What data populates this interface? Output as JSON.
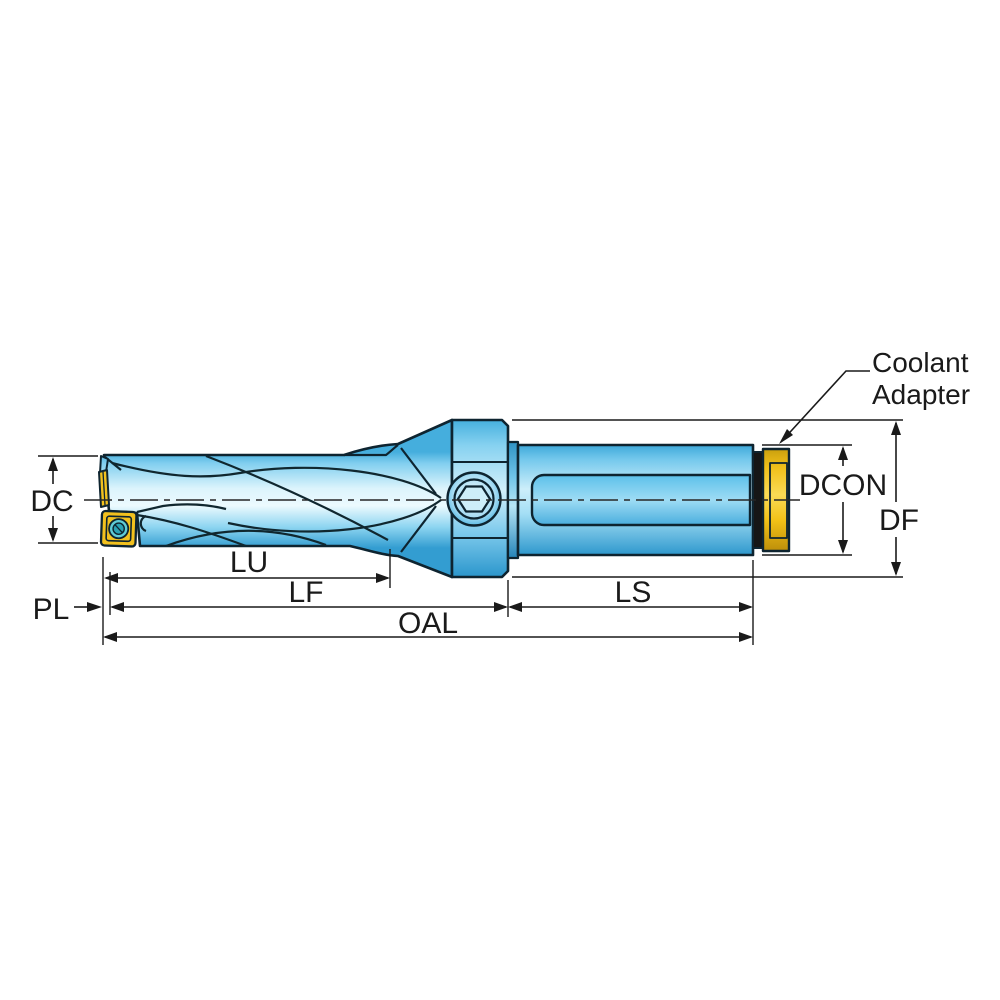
{
  "diagram": {
    "subject": "indexable-insert-drill-dimension-diagram",
    "callout": {
      "line1": "Coolant",
      "line2": "Adapter"
    },
    "dimensions": {
      "dc": "DC",
      "pl": "PL",
      "lu": "LU",
      "lf": "LF",
      "oal": "OAL",
      "ls": "LS",
      "dcon": "DCON",
      "df": "DF"
    },
    "colors": {
      "body_blue_light": "#e8f8fe",
      "body_blue": "#4db7e6",
      "body_blue_dark": "#2d9fd6",
      "insert_yellow": "#f2c11e",
      "adapter_yellow": "#f4c81f",
      "ring_black": "#161616",
      "screw_teal": "#5fcbd6",
      "screw_teal_inner": "#2aa1b4",
      "outline": "#0e2430",
      "dimension_line": "#1a1a1a",
      "background": "#ffffff"
    }
  }
}
